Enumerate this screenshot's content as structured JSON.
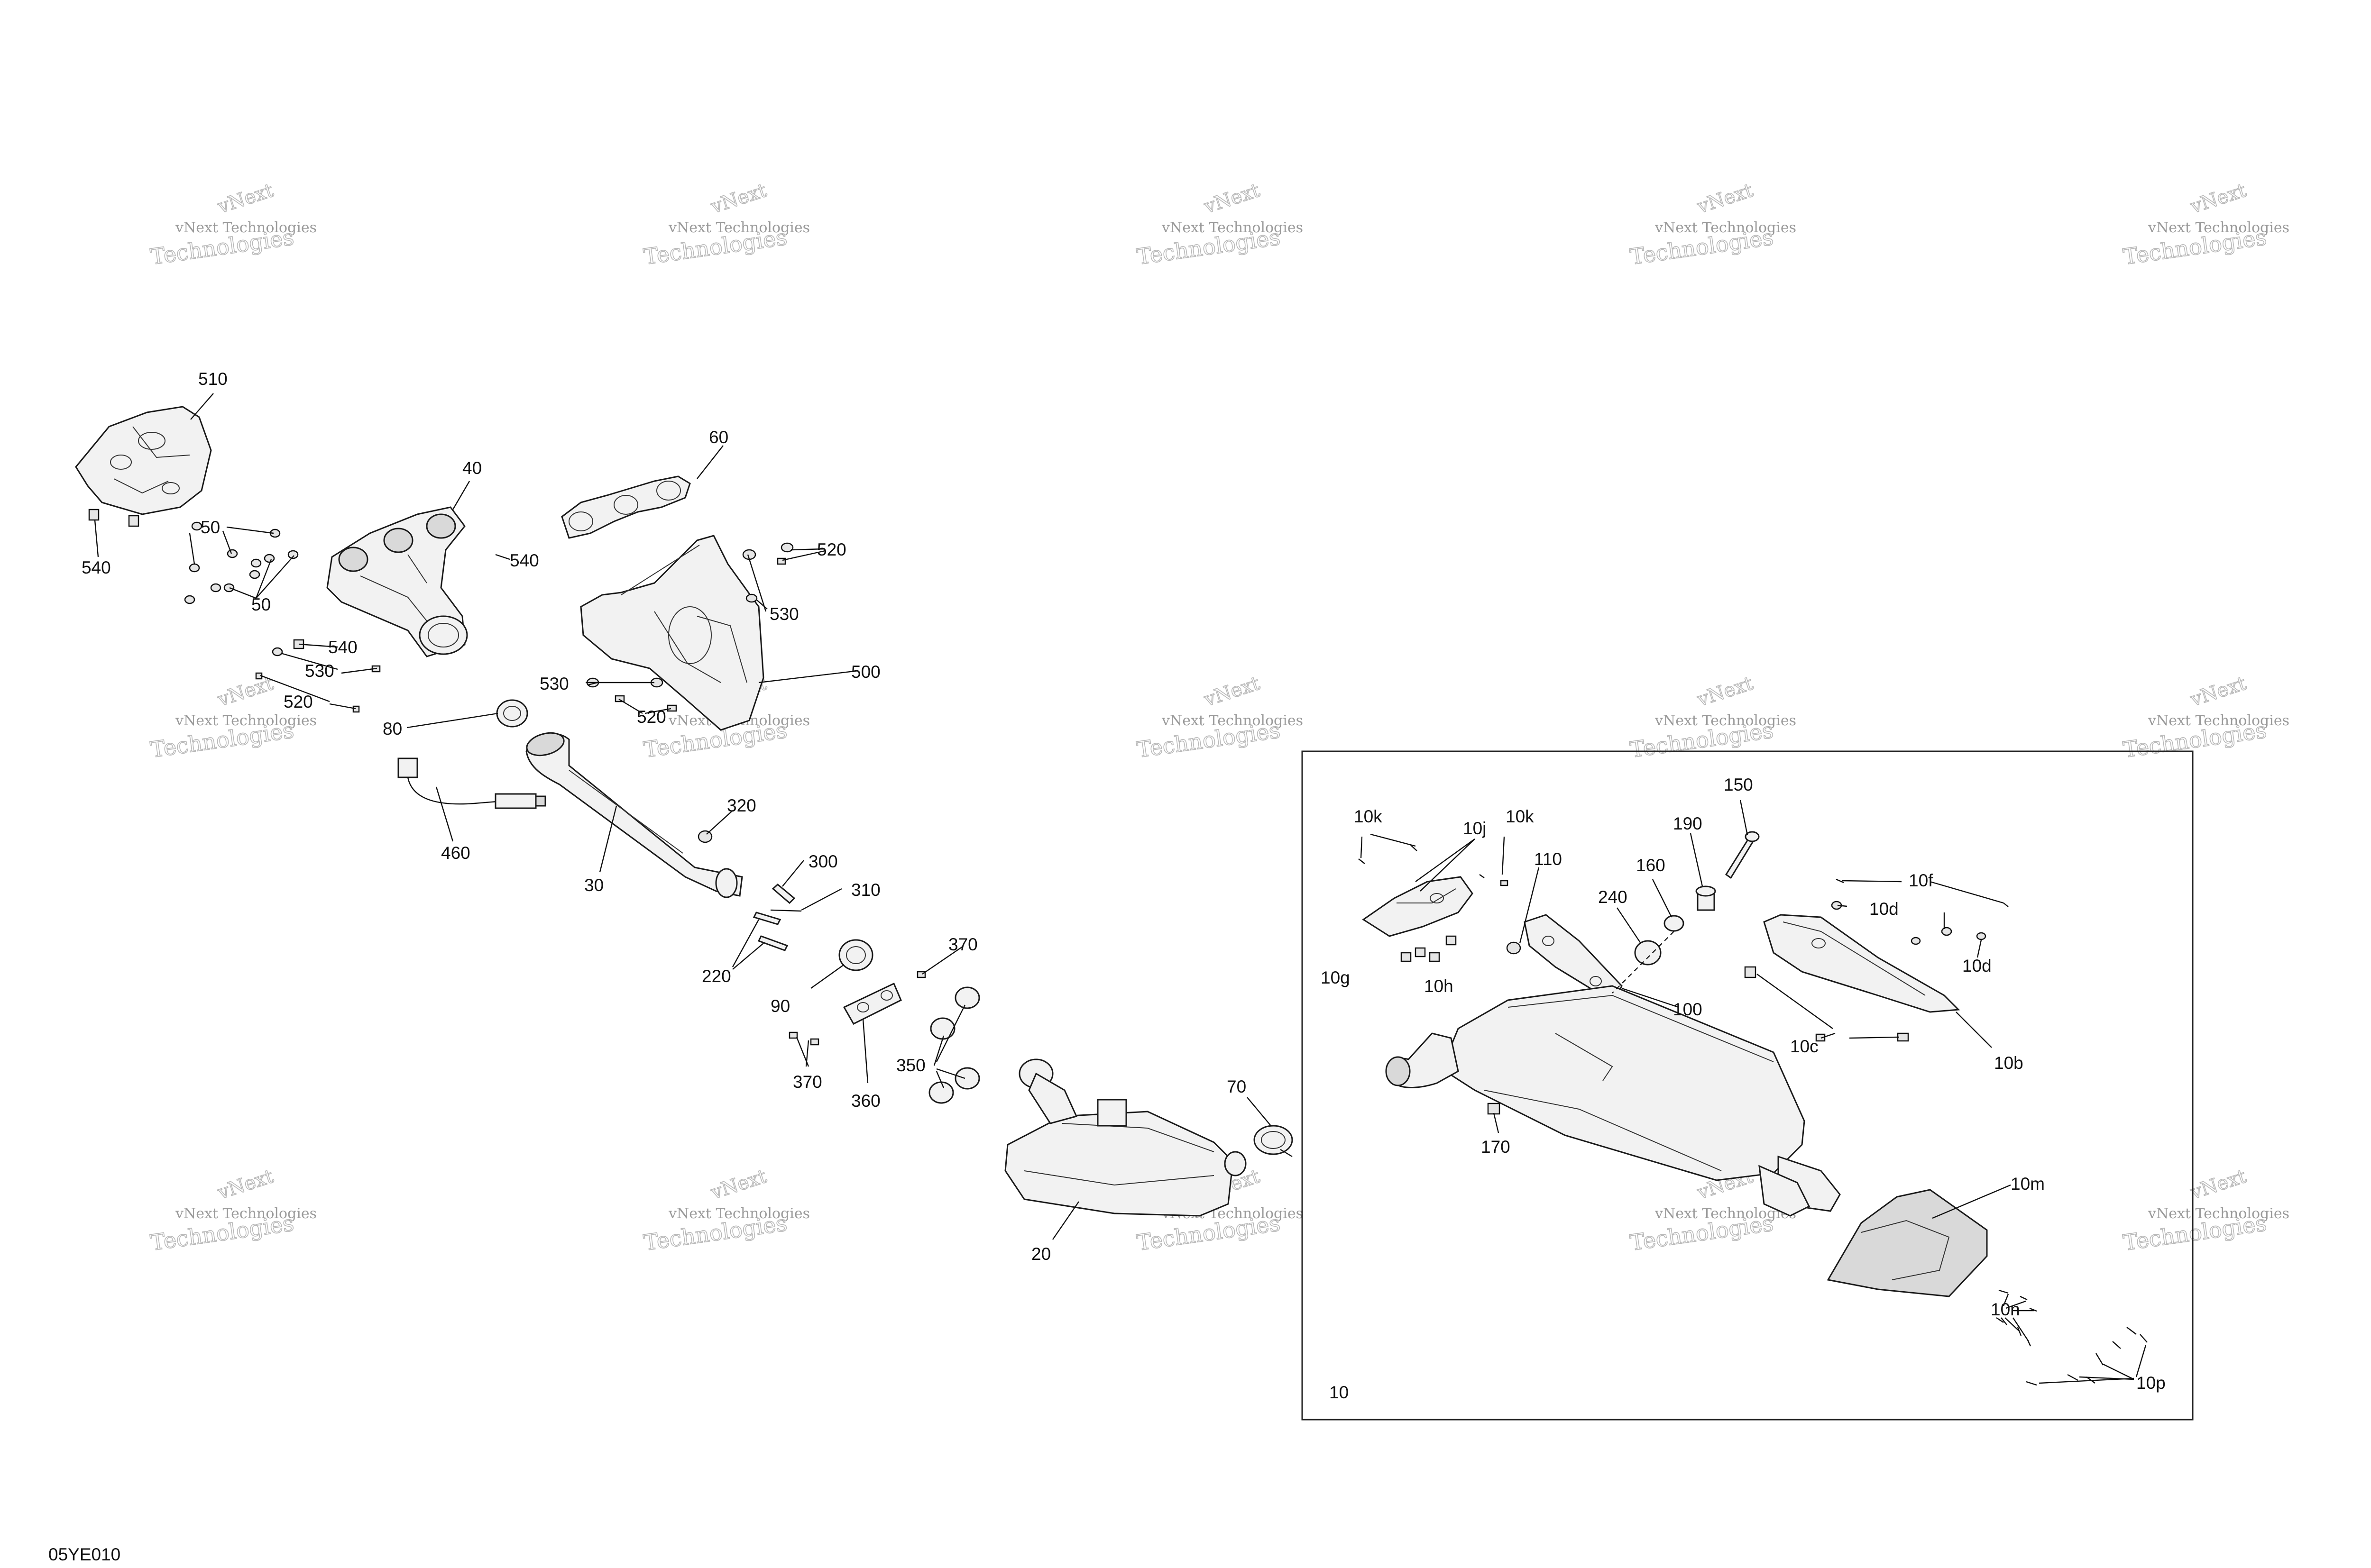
{
  "watermark": {
    "line1": "vNext Technologies",
    "line2a": "vNext",
    "line2b": "Technologies"
  },
  "figure_code": "05YE010",
  "inset_label": "10",
  "callouts": {
    "c510": "510",
    "c540a": "540",
    "c50a": "50",
    "c50b": "50",
    "c40": "40",
    "c540b": "540",
    "c60": "60",
    "c520a": "520",
    "c530a": "530",
    "c540c": "540",
    "c530b": "530",
    "c520b": "520",
    "c80": "80",
    "c530c": "530",
    "c520c": "520",
    "c500": "500",
    "c460": "460",
    "c30": "30",
    "c320": "320",
    "c300": "300",
    "c310": "310",
    "c220": "220",
    "c90": "90",
    "c370a": "370",
    "c370b": "370",
    "c360": "360",
    "c350": "350",
    "c70": "70",
    "c20": "20",
    "c10k_a": "10k",
    "c10j": "10j",
    "c10k_b": "10k",
    "c110": "110",
    "c150": "150",
    "c190": "190",
    "c160": "160",
    "c240": "240",
    "c10f": "10f",
    "c10d_a": "10d",
    "c10d_b": "10d",
    "c10g": "10g",
    "c10h": "10h",
    "c100": "100",
    "c10c": "10c",
    "c10b": "10b",
    "c170": "170",
    "c10m": "10m",
    "c10n": "10n",
    "c10p": "10p"
  }
}
